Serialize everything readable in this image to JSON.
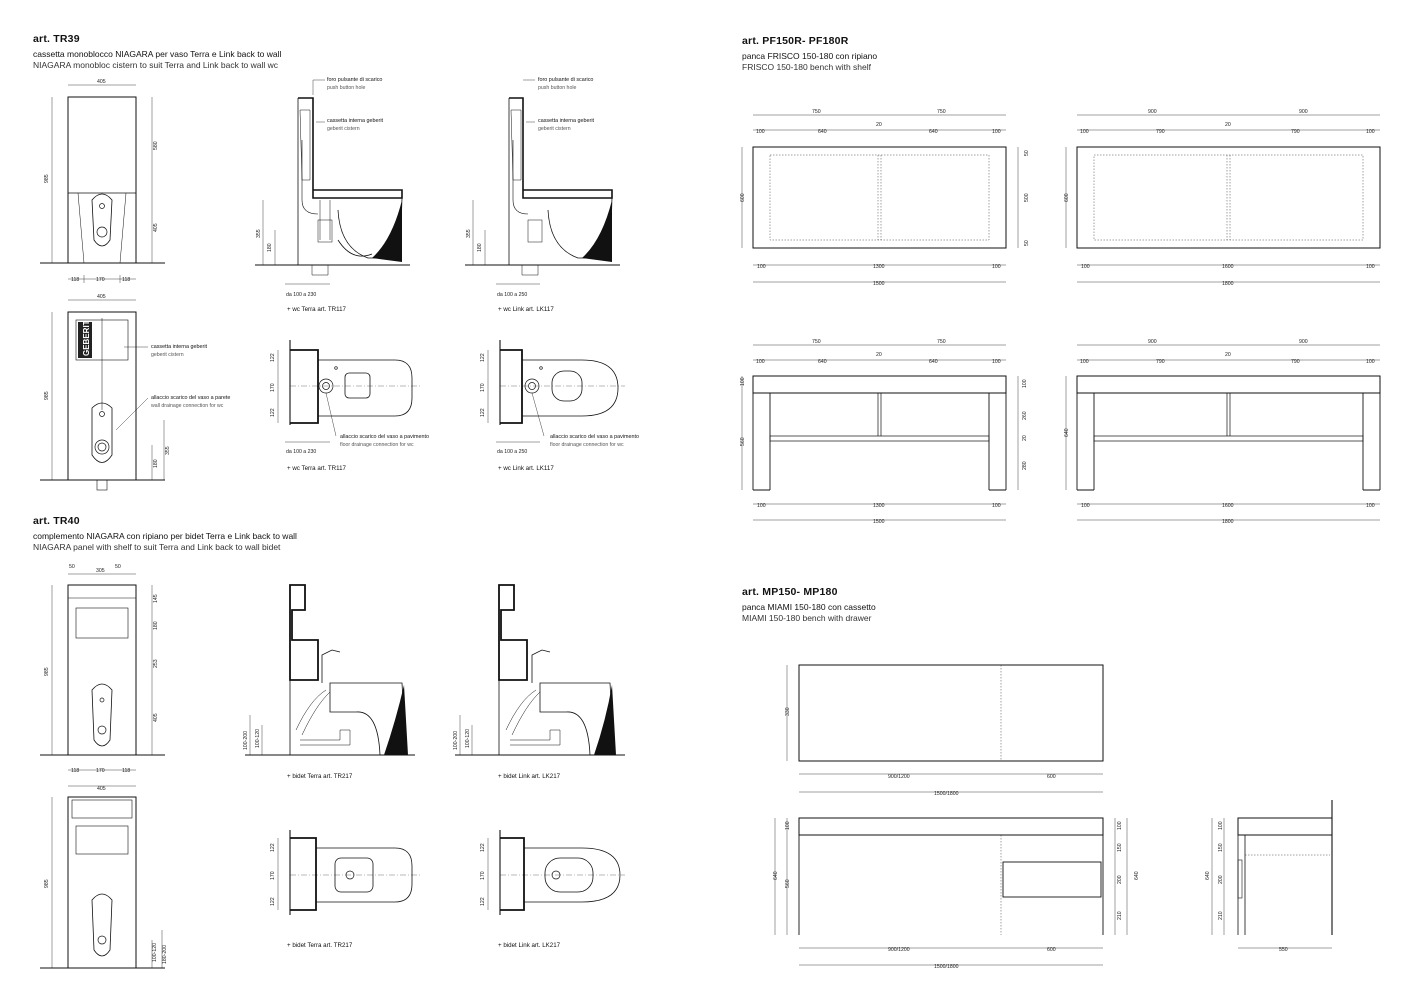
{
  "sections": {
    "tr39": {
      "art": "art. TR39",
      "it": "cassetta monoblocco NIAGARA per vaso Terra e Link back to wall",
      "en": "NIAGARA monobloc cistern to suit Terra and Link back to wall wc"
    },
    "tr40": {
      "art": "art. TR40",
      "it": "complemento NIAGARA con ripiano per bidet Terra e Link back to wall",
      "en": "NIAGARA panel with shelf to suit Terra and Link back to wall bidet"
    },
    "pf": {
      "art": "art. PF150R- PF180R",
      "it": "panca FRISCO 150-180 con ripiano",
      "en": "FRISCO 150-180 bench with shelf"
    },
    "mp": {
      "art": "art. MP150- MP180",
      "it": "panca MIAMI 150-180 con cassetto",
      "en": "MIAMI 150-180 bench with drawer"
    }
  },
  "notes": {
    "push_it": "foro pulsante di scarico",
    "push_en": "push button hole",
    "cist_it": "cassetta interna geberit",
    "cist_en": "geberit cistern",
    "wall_it": "allaccio scarico del vaso a parete",
    "wall_en": "wall drainage connection for wc",
    "floor_it": "allaccio scarico del vaso a pavimento",
    "floor_en": "floor drainage connection for wc",
    "geberit": "GEBERIT"
  },
  "captions": {
    "wc_terra": "+ wc Terra art. TR117",
    "wc_link": "+ wc Link art. LK117",
    "bidet_terra": "+ bidet Terra art. TR217",
    "bidet_link": "+ bidet Link art. LK217",
    "da230": "da 100 a 230",
    "da250": "da 100 a 250"
  },
  "dims": {
    "d405": "405",
    "d118": "118",
    "d170": "170",
    "d985": "985",
    "d580": "580",
    "d355": "355",
    "d180": "180",
    "d122": "122",
    "d50": "50",
    "d305": "305",
    "d145": "145",
    "d253": "253",
    "d100_200": "100-200",
    "d100_120": "100-120",
    "d180_200": "180-200",
    "d750": "750",
    "d900": "900",
    "d100": "100",
    "d640": "640",
    "d790": "790",
    "d20": "20",
    "d600": "600",
    "d500": "500",
    "d1300": "1300",
    "d1600": "1600",
    "d1500": "1500",
    "d1800": "1800",
    "d560": "560",
    "d260": "260",
    "d280": "280",
    "d330": "330",
    "d900_1200": "900/1200",
    "d1500_1800": "1500/1800",
    "d150": "150",
    "d200": "200",
    "d210": "210",
    "d550": "550"
  }
}
